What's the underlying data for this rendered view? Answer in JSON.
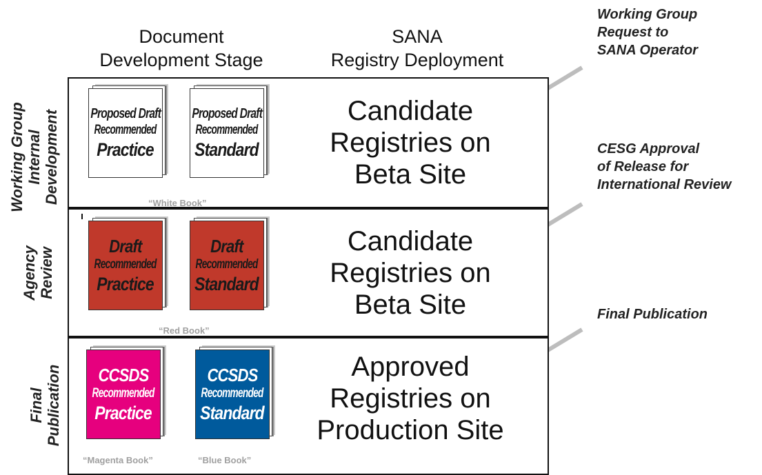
{
  "headers": {
    "doc_stage": [
      "Document",
      "Development Stage"
    ],
    "sana": [
      "SANA",
      "Registry Deployment"
    ]
  },
  "rows": [
    {
      "label": [
        "Working Group",
        "Internal",
        "Development"
      ],
      "books": [
        {
          "lines": [
            "Proposed Draft",
            "Recommended",
            "Practice"
          ],
          "color": "#ffffff",
          "text_color": "#1a1a1a"
        },
        {
          "lines": [
            "Proposed Draft",
            "Recommended",
            "Standard"
          ],
          "color": "#ffffff",
          "text_color": "#1a1a1a"
        }
      ],
      "captions": [
        "“White Book”"
      ],
      "registry": [
        "Candidate",
        "Registries on",
        "Beta Site"
      ]
    },
    {
      "label": [
        "Agency",
        "Review"
      ],
      "books": [
        {
          "lines": [
            "Draft",
            "Recommended",
            "Practice"
          ],
          "color": "#c0392b",
          "text_color": "#1a1a1a"
        },
        {
          "lines": [
            "Draft",
            "Recommended",
            "Standard"
          ],
          "color": "#c0392b",
          "text_color": "#1a1a1a"
        }
      ],
      "captions": [
        "“Red Book”"
      ],
      "registry": [
        "Candidate",
        "Registries on",
        "Beta Site"
      ]
    },
    {
      "label": [
        "Final",
        "Publication"
      ],
      "books": [
        {
          "lines": [
            "CCSDS",
            "Recommended",
            "Practice"
          ],
          "color": "#e6007e",
          "text_color": "#ffffff"
        },
        {
          "lines": [
            "CCSDS",
            "Recommended",
            "Standard"
          ],
          "color": "#005a9c",
          "text_color": "#ffffff"
        }
      ],
      "captions": [
        "“Magenta Book”",
        "“Blue Book”"
      ],
      "registry": [
        "Approved",
        "Registries on",
        "Production Site"
      ]
    }
  ],
  "notes": [
    [
      "Working Group",
      "Request to",
      "SANA Operator"
    ],
    [
      "CESG Approval",
      "of Release for",
      "International Review"
    ],
    [
      "Final Publication"
    ]
  ],
  "colors": {
    "arrow": "#bdbdbd",
    "caption": "#a0a0a0"
  }
}
